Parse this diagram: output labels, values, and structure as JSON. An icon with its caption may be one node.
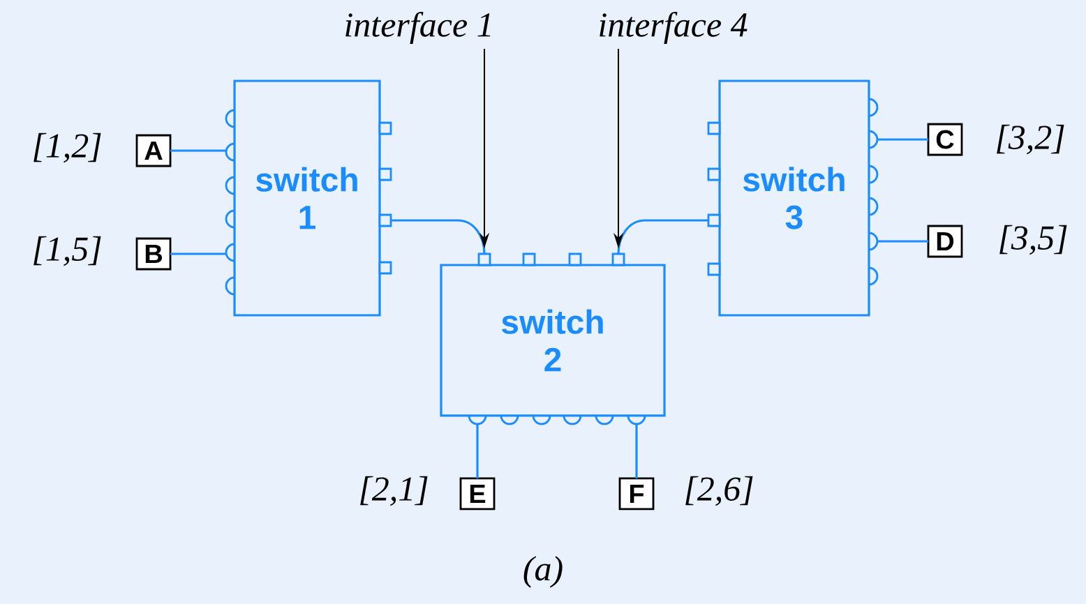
{
  "diagram": {
    "caption": "(a)",
    "nodes": [
      {
        "text": [
          "switch 1"
        ]
      },
      {
        "text": [
          "switch 2"
        ]
      },
      {
        "text": [
          "switch 3"
        ]
      },
      {
        "text": [
          "A"
        ],
        "beside": [
          "[1,2]"
        ]
      },
      {
        "text": [
          "B"
        ],
        "beside": [
          "[1,5]"
        ]
      },
      {
        "text": [
          "C"
        ],
        "beside": [
          "[3,2]"
        ]
      },
      {
        "text": [
          "D"
        ],
        "beside": [
          "[3,5]"
        ]
      },
      {
        "text": [
          "E"
        ],
        "beside": [
          "[2,1]"
        ]
      },
      {
        "text": [
          "F"
        ],
        "beside": [
          "[2,6]"
        ]
      },
      {
        "text": [
          "interface 1"
        ]
      },
      {
        "text": [
          "interface 4"
        ]
      }
    ],
    "edges": [
      {
        "from": 3,
        "to": 0,
        "arrow": "none"
      },
      {
        "from": 4,
        "to": 0,
        "arrow": "none"
      },
      {
        "from": 2,
        "to": 5,
        "arrow": "none"
      },
      {
        "from": 2,
        "to": 6,
        "arrow": "none"
      },
      {
        "from": 1,
        "to": 7,
        "arrow": "none"
      },
      {
        "from": 1,
        "to": 8,
        "arrow": "none"
      },
      {
        "from": 0,
        "to": 1,
        "arrow": "none"
      },
      {
        "from": 1,
        "to": 2,
        "arrow": "none"
      },
      {
        "from": 9,
        "to": 1,
        "arrow": "to",
        "color": "#000000"
      },
      {
        "from": 10,
        "to": 1,
        "arrow": "to",
        "color": "#000000"
      }
    ]
  }
}
